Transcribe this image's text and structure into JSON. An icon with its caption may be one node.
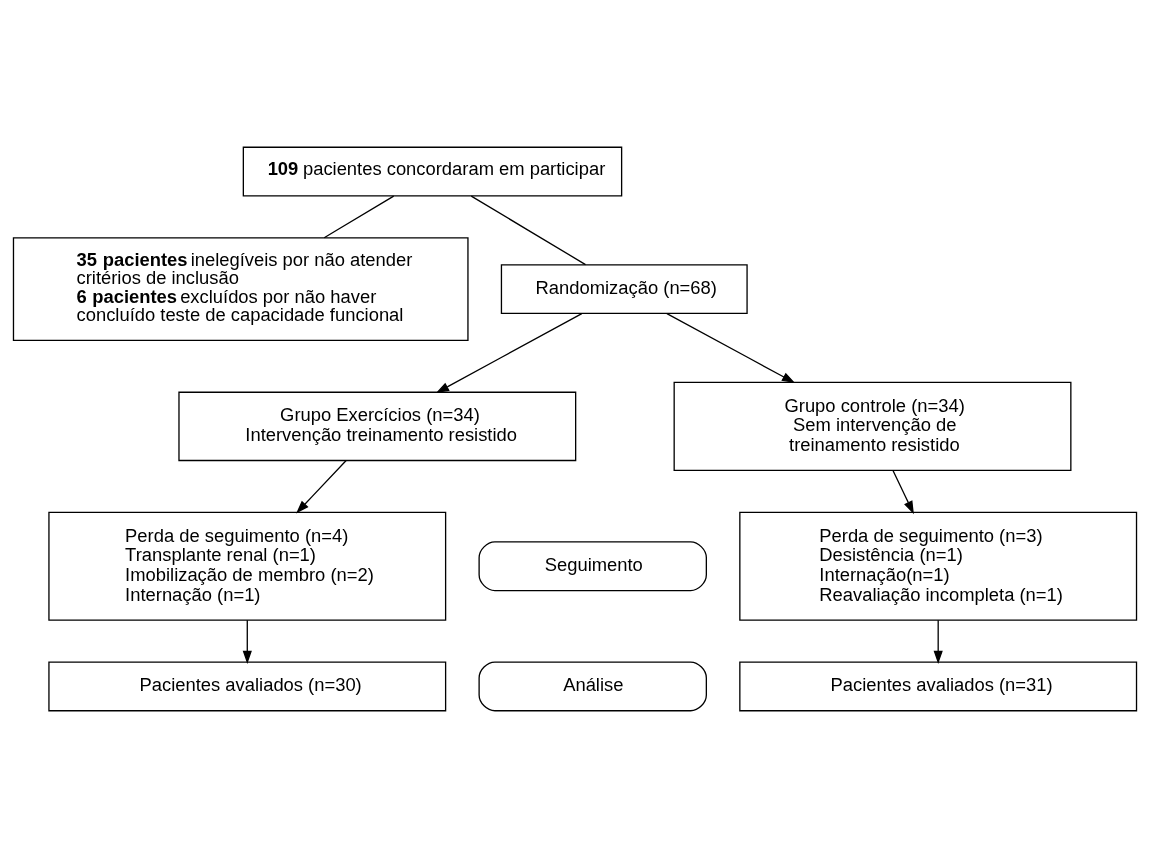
{
  "diagram": {
    "nodes": [
      {
        "text": [
          "**109** pacientes concordaram em participar"
        ]
      },
      {
        "text": [
          "**35 pacientes** inelegíveis por não atender critérios de inclusão",
          "**6 pacientes** excluídos por não haver concluído teste de capacidade funcional"
        ]
      },
      {
        "text": [
          "Randomização (n=68)"
        ]
      },
      {
        "text": [
          "Grupo Exercícios (n=34)",
          "Intervenção treinamento resistido"
        ]
      },
      {
        "text": [
          "Grupo controle (n=34)",
          "Sem intervenção de treinamento resistido"
        ]
      },
      {
        "text": [
          "Perda de seguimento (n=4)",
          "Transplante renal (n=1)",
          "Imobilização de membro (n=2)",
          "Internação (n=1)"
        ]
      },
      {
        "text": [
          "Seguimento"
        ]
      },
      {
        "text": [
          "Perda de seguimento (n=3)",
          "Desistência (n=1)",
          "Internação(n=1)",
          "Reavaliação incompleta (n=1)"
        ]
      },
      {
        "text": [
          "Pacientes avaliados (n=30)"
        ]
      },
      {
        "text": [
          "Análise"
        ]
      },
      {
        "text": [
          "Pacientes avaliados (n=31)"
        ]
      }
    ],
    "edges": [
      {
        "from": 0,
        "to": 1,
        "arrow": "none"
      },
      {
        "from": 0,
        "to": 2,
        "arrow": "none"
      },
      {
        "from": 2,
        "to": 3,
        "arrow": "to"
      },
      {
        "from": 2,
        "to": 4,
        "arrow": "to"
      },
      {
        "from": 3,
        "to": 5,
        "arrow": "to"
      },
      {
        "from": 4,
        "to": 7,
        "arrow": "to"
      },
      {
        "from": 5,
        "to": 8,
        "arrow": "to"
      },
      {
        "from": 7,
        "to": 10,
        "arrow": "to"
      }
    ]
  }
}
